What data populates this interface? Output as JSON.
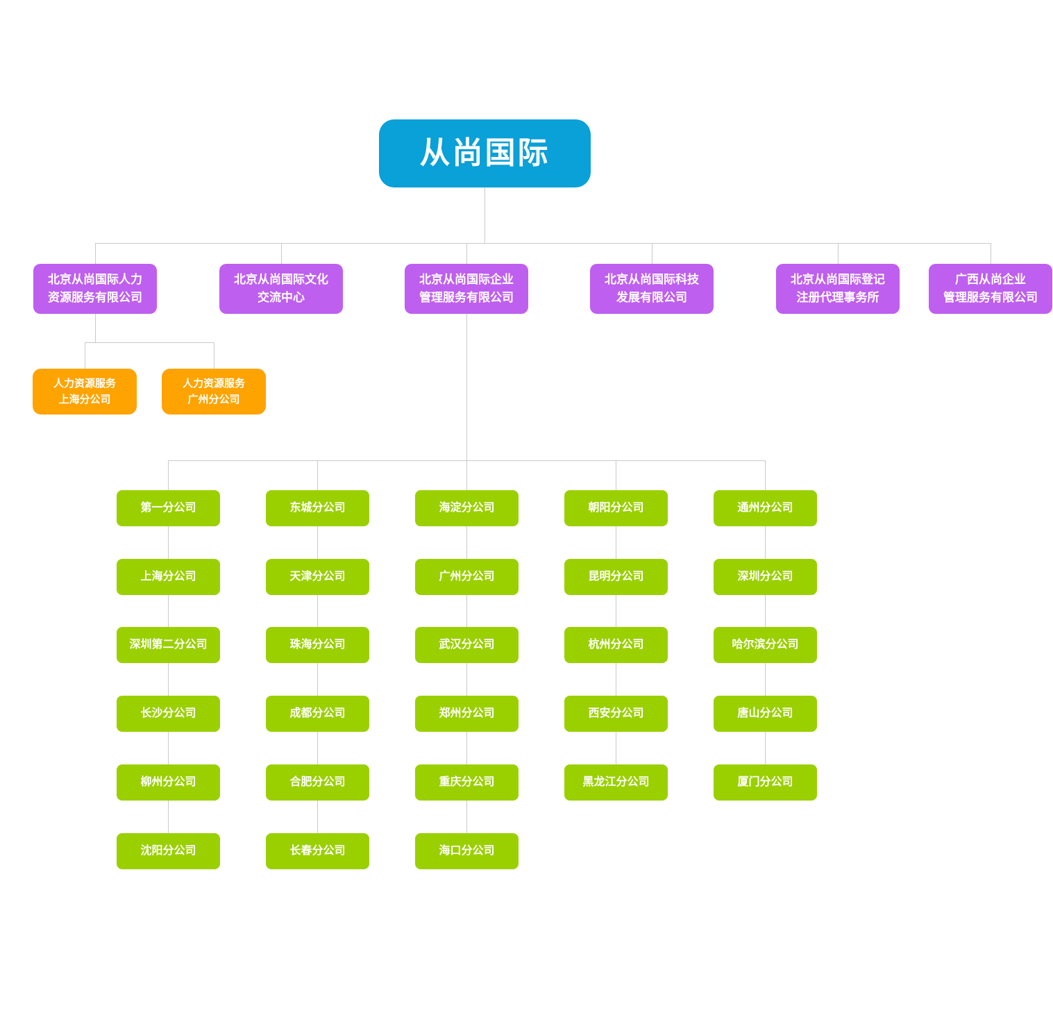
{
  "root": {
    "label": "从尚国际"
  },
  "level2": [
    {
      "label": "北京从尚国际人力\n资源服务有限公司"
    },
    {
      "label": "北京从尚国际文化\n交流中心"
    },
    {
      "label": "北京从尚国际企业\n管理服务有限公司"
    },
    {
      "label": "北京从尚国际科技\n发展有限公司"
    },
    {
      "label": "北京从尚国际登记\n注册代理事务所"
    },
    {
      "label": "广西从尚企业\n管理服务有限公司"
    }
  ],
  "hr_branches": [
    {
      "label": "人力资源服务\n上海分公司"
    },
    {
      "label": "人力资源服务\n广州分公司"
    }
  ],
  "branch_columns": [
    [
      "第一分公司",
      "上海分公司",
      "深圳第二分公司",
      "长沙分公司",
      "柳州分公司",
      "沈阳分公司"
    ],
    [
      "东城分公司",
      "天津分公司",
      "珠海分公司",
      "成都分公司",
      "合肥分公司",
      "长春分公司"
    ],
    [
      "海淀分公司",
      "广州分公司",
      "武汉分公司",
      "郑州分公司",
      "重庆分公司",
      "海口分公司"
    ],
    [
      "朝阳分公司",
      "昆明分公司",
      "杭州分公司",
      "西安分公司",
      "黑龙江分公司"
    ],
    [
      "通州分公司",
      "深圳分公司",
      "哈尔滨分公司",
      "唐山分公司",
      "厦门分公司"
    ]
  ],
  "colors": {
    "root_box": "#0aa0d8",
    "subsidiary_box": "#be5fef",
    "hr_branch_box": "#ffa300",
    "city_branch_box": "#9ad000",
    "connector_line": "#c9c9c9",
    "box_text": "#ffffff",
    "background": "#ffffff"
  }
}
